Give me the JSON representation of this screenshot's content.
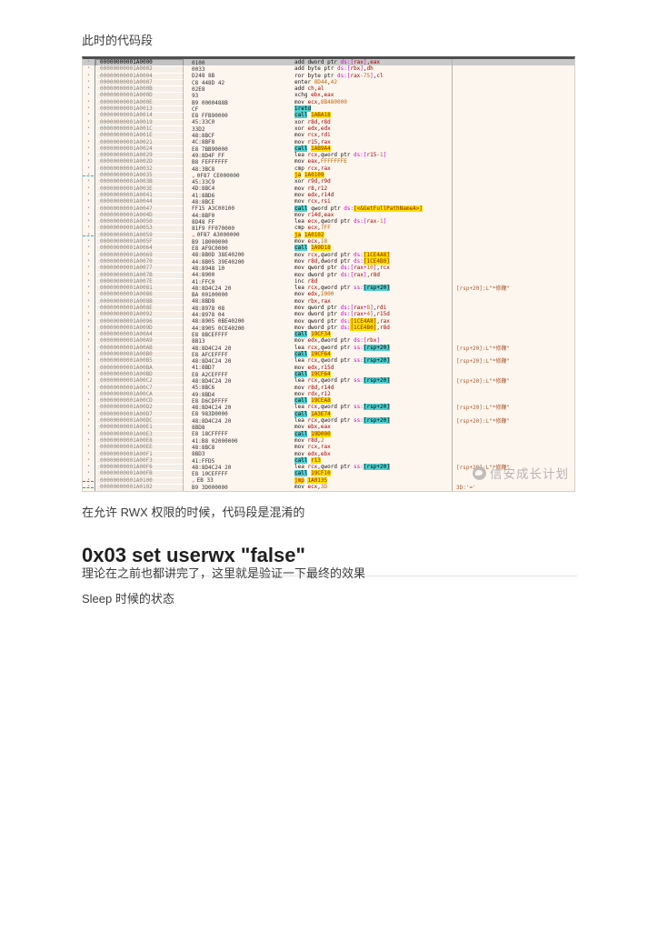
{
  "page": {
    "para_top": "此时的代码段",
    "para_after": "在允许 RWX 权限的时候，代码段是混淆的",
    "heading": "0x03 set userwx \"false\"",
    "para1": "理论在之前也都讲完了，这里就是验证一下最终的效果",
    "para2": "Sleep 时候的状态"
  },
  "watermark": {
    "text": "信安成长计划",
    "logo": "bird-circle-icon"
  },
  "theme": {
    "panel_bg": "#fdf6ee",
    "selected_row": "#c9c9c9",
    "call_highlight": "#52cfcf",
    "jump_highlight": "#ffe000",
    "register": "#a50000",
    "number": "#c46200",
    "segment": "#d400d4",
    "comment": "#a85a32",
    "address": "#8a8178"
  },
  "disasm": {
    "rows": [
      {
        "a": "00000000001A0000",
        "b": "0100",
        "i": "add dword ptr ds:[rax],eax",
        "c": "",
        "f": "sel"
      },
      {
        "a": "00000000001A0002",
        "b": "0033",
        "i": "add byte ptr ds:[rbx],dh",
        "c": "",
        "f": ""
      },
      {
        "a": "00000000001A0004",
        "b": "D248 8B",
        "i": "ror byte ptr ds:[rax-75],cl",
        "c": "",
        "f": ""
      },
      {
        "a": "00000000001A0007",
        "b": "C8 448D 42",
        "i": "enter 8D44,42",
        "c": "",
        "f": ""
      },
      {
        "a": "00000000001A000B",
        "b": "02E8",
        "i": "add ch,al",
        "c": "",
        "f": ""
      },
      {
        "a": "00000000001A000D",
        "b": "93",
        "i": "xchg ebx,eax",
        "c": "",
        "f": ""
      },
      {
        "a": "00000000001A000E",
        "b": "B9 0000488B",
        "i": "mov ecx,8B480000",
        "c": "",
        "f": ""
      },
      {
        "a": "00000000001A0013",
        "b": "CF",
        "i": "iretd",
        "c": "",
        "f": ""
      },
      {
        "a": "00000000001A0014",
        "b": "E8 FFB90000",
        "i": "call 1ABA18",
        "c": "",
        "f": ""
      },
      {
        "a": "00000000001A0019",
        "b": "45:33C0",
        "i": "xor r8d,r8d",
        "c": "",
        "f": ""
      },
      {
        "a": "00000000001A001C",
        "b": "33D2",
        "i": "xor edx,edx",
        "c": "",
        "f": ""
      },
      {
        "a": "00000000001A001E",
        "b": "48:8BCF",
        "i": "mov rcx,rdi",
        "c": "",
        "f": ""
      },
      {
        "a": "00000000001A0021",
        "b": "4C:8BF8",
        "i": "mov r15,rax",
        "c": "",
        "f": ""
      },
      {
        "a": "00000000001A0024",
        "b": "E8 7BB90000",
        "i": "call 1AB9A4",
        "c": "",
        "f": ""
      },
      {
        "a": "00000000001A0029",
        "b": "49:8D4F FF",
        "i": "lea rcx,qword ptr ds:[r15-1]",
        "c": "",
        "f": ""
      },
      {
        "a": "00000000001A002D",
        "b": "B8 FEFFFFFF",
        "i": "mov eax,FFFFFFFE",
        "c": "",
        "f": ""
      },
      {
        "a": "00000000001A0032",
        "b": "48:3BC8",
        "i": "cmp rcx,rax",
        "c": "",
        "f": ""
      },
      {
        "a": "00000000001A0035",
        "b": "0F87 CE000000",
        "i": "ja 1A0109",
        "c": "",
        "f": "jd cy"
      },
      {
        "a": "00000000001A003B",
        "b": "45:33C9",
        "i": "xor r9d,r9d",
        "c": "",
        "f": ""
      },
      {
        "a": "00000000001A003E",
        "b": "4D:8BC4",
        "i": "mov r8,r12",
        "c": "",
        "f": ""
      },
      {
        "a": "00000000001A0041",
        "b": "41:8BD6",
        "i": "mov edx,r14d",
        "c": "",
        "f": ""
      },
      {
        "a": "00000000001A0044",
        "b": "48:8BCE",
        "i": "mov rcx,rsi",
        "c": "",
        "f": ""
      },
      {
        "a": "00000000001A0047",
        "b": "FF15 A3C00100",
        "i": "call qword ptr ds:[<&GetFullPathNameA>]",
        "c": "",
        "f": ""
      },
      {
        "a": "00000000001A004D",
        "b": "44:8BF0",
        "i": "mov r14d,eax",
        "c": "",
        "f": ""
      },
      {
        "a": "00000000001A0050",
        "b": "8D48 FF",
        "i": "lea ecx,qword ptr ds:[rax-1]",
        "c": "",
        "f": ""
      },
      {
        "a": "00000000001A0053",
        "b": "81F9 FF070000",
        "i": "cmp ecx,7FF",
        "c": "",
        "f": ""
      },
      {
        "a": "00000000001A0059",
        "b": "0F87 A3000000",
        "i": "ja 1A0102",
        "c": "",
        "f": "jd cy"
      },
      {
        "a": "00000000001A005F",
        "b": "B9 18000000",
        "i": "mov ecx,18",
        "c": "",
        "f": ""
      },
      {
        "a": "00000000001A0064",
        "b": "E8 AF9C0000",
        "i": "call 1A9D18",
        "c": "",
        "f": ""
      },
      {
        "a": "00000000001A0069",
        "b": "48:8B0D 38E40200",
        "i": "mov rcx,qword ptr ds:[1CE4A8]",
        "c": "",
        "f": ""
      },
      {
        "a": "00000000001A0070",
        "b": "44:8B05 39E40200",
        "i": "mov r8d,dword ptr ds:[1CE4B0]",
        "c": "",
        "f": ""
      },
      {
        "a": "00000000001A0077",
        "b": "48:8948 10",
        "i": "mov qword ptr ds:[rax+10],rcx",
        "c": "",
        "f": ""
      },
      {
        "a": "00000000001A007B",
        "b": "44:8900",
        "i": "mov dword ptr ds:[rax],r8d",
        "c": "",
        "f": ""
      },
      {
        "a": "00000000001A007E",
        "b": "41:FFC0",
        "i": "inc r8d",
        "c": "",
        "f": ""
      },
      {
        "a": "00000000001A0081",
        "b": "48:8D4C24 20",
        "i": "lea rcx,qword ptr ss:[rsp+20]",
        "c": "[rsp+20]:L\"*修鞭\"",
        "f": ""
      },
      {
        "a": "00000000001A0086",
        "b": "BA 00100000",
        "i": "mov edx,1000",
        "c": "",
        "f": ""
      },
      {
        "a": "00000000001A008B",
        "b": "48:8BD8",
        "i": "mov rbx,rax",
        "c": "",
        "f": ""
      },
      {
        "a": "00000000001A008E",
        "b": "48:8978 08",
        "i": "mov qword ptr ds:[rax+8],rdi",
        "c": "",
        "f": ""
      },
      {
        "a": "00000000001A0092",
        "b": "44:8978 04",
        "i": "mov dword ptr ds:[rax+4],r15d",
        "c": "",
        "f": ""
      },
      {
        "a": "00000000001A0096",
        "b": "48:8905 0BE40200",
        "i": "mov qword ptr ds:[1CE4A8],rax",
        "c": "",
        "f": ""
      },
      {
        "a": "00000000001A009D",
        "b": "44:8905 0CE40200",
        "i": "mov dword ptr ds:[1CE4B0],r8d",
        "c": "",
        "f": ""
      },
      {
        "a": "00000000001A00A4",
        "b": "E8 8BCEFFFF",
        "i": "call 19CF34",
        "c": "",
        "f": ""
      },
      {
        "a": "00000000001A00A9",
        "b": "8B13",
        "i": "mov edx,dword ptr ds:[rbx]",
        "c": "",
        "f": ""
      },
      {
        "a": "00000000001A00AB",
        "b": "48:8D4C24 20",
        "i": "lea rcx,qword ptr ss:[rsp+20]",
        "c": "[rsp+20]:L\"*修鞭\"",
        "f": ""
      },
      {
        "a": "00000000001A00B0",
        "b": "E8 AFCEFFFF",
        "i": "call 19CF64",
        "c": "",
        "f": ""
      },
      {
        "a": "00000000001A00B5",
        "b": "48:8D4C24 20",
        "i": "lea rcx,qword ptr ss:[rsp+20]",
        "c": "[rsp+20]:L\"*修鞭\"",
        "f": ""
      },
      {
        "a": "00000000001A00BA",
        "b": "41:8BD7",
        "i": "mov edx,r15d",
        "c": "",
        "f": ""
      },
      {
        "a": "00000000001A00BD",
        "b": "E8 A2CEFFFF",
        "i": "call 19CF64",
        "c": "",
        "f": ""
      },
      {
        "a": "00000000001A00C2",
        "b": "48:8D4C24 20",
        "i": "lea rcx,qword ptr ss:[rsp+20]",
        "c": "[rsp+20]:L\"*修鞭\"",
        "f": ""
      },
      {
        "a": "00000000001A00C7",
        "b": "45:8BC6",
        "i": "mov r8d,r14d",
        "c": "",
        "f": ""
      },
      {
        "a": "00000000001A00CA",
        "b": "49:8BD4",
        "i": "mov rdx,r12",
        "c": "",
        "f": ""
      },
      {
        "a": "00000000001A00CD",
        "b": "E8 D6CDFFFF",
        "i": "call 19CEA8",
        "c": "",
        "f": ""
      },
      {
        "a": "00000000001A00D2",
        "b": "48:8D4C24 20",
        "i": "lea rcx,qword ptr ss:[rsp+20]",
        "c": "[rsp+20]:L\"*修鞭\"",
        "f": ""
      },
      {
        "a": "00000000001A00D7",
        "b": "E8 983D0000",
        "i": "call 1A3E74",
        "c": "",
        "f": ""
      },
      {
        "a": "00000000001A00DC",
        "b": "48:8D4C24 20",
        "i": "lea rcx,qword ptr ss:[rsp+20]",
        "c": "[rsp+20]:L\"*修鞭\"",
        "f": ""
      },
      {
        "a": "00000000001A00E1",
        "b": "8BD8",
        "i": "mov ebx,eax",
        "c": "",
        "f": ""
      },
      {
        "a": "00000000001A00E3",
        "b": "E8 18CFFFFF",
        "i": "call 19D000",
        "c": "",
        "f": ""
      },
      {
        "a": "00000000001A00E8",
        "b": "41:B8 02000000",
        "i": "mov r8d,2",
        "c": "",
        "f": ""
      },
      {
        "a": "00000000001A00EE",
        "b": "48:8BC8",
        "i": "mov rcx,rax",
        "c": "",
        "f": ""
      },
      {
        "a": "00000000001A00F1",
        "b": "8BD3",
        "i": "mov edx,ebx",
        "c": "",
        "f": ""
      },
      {
        "a": "00000000001A00F3",
        "b": "41:FFD5",
        "i": "call r13",
        "c": "",
        "f": ""
      },
      {
        "a": "00000000001A00F6",
        "b": "48:8D4C24 20",
        "i": "lea rcx,qword ptr ss:[rsp+20]",
        "c": "[rsp+20]:L\"*修鞭\"",
        "f": ""
      },
      {
        "a": "00000000001A00FB",
        "b": "E8 10CEFFFF",
        "i": "call 19CF10",
        "c": "",
        "f": ""
      },
      {
        "a": "00000000001A0100",
        "b": "EB 33",
        "i": "jmp 1A0135",
        "c": "",
        "f": "jd rd"
      },
      {
        "a": "00000000001A0102",
        "b": "B9 3D000000",
        "i": "mov ecx,3D",
        "c": "3D:'='",
        "f": "gr"
      }
    ]
  }
}
